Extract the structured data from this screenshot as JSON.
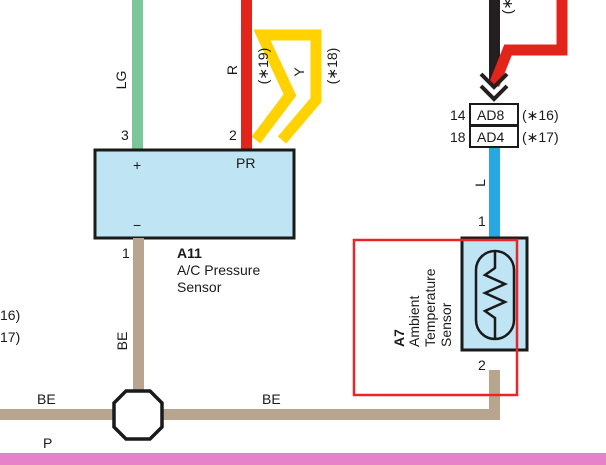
{
  "wires": {
    "lg": {
      "label": "LG",
      "color": "#7cc79a"
    },
    "r": {
      "label": "R",
      "color": "#e3241b"
    },
    "y": {
      "label": "Y",
      "color": "#ffd200"
    },
    "l": {
      "label": "L",
      "color": "#28a8e0"
    },
    "be": {
      "label": "BE",
      "color": "#b8a590"
    },
    "b_black": {
      "color": "#231f20"
    },
    "p": {
      "label": "P",
      "color": "#e882c8"
    }
  },
  "notes": {
    "n19": "(∗19)",
    "n18": "(∗18)",
    "n16": "(∗16)",
    "n17": "(∗17)",
    "top_cut": "(∗",
    "left16": "16)",
    "left17": "17)"
  },
  "connector_pins": {
    "ad8_pin": "14",
    "ad4_pin": "18",
    "ad8_label": "AD8",
    "ad4_label": "AD4"
  },
  "pressure_sensor": {
    "code": "A11",
    "name_line1": "A/C Pressure",
    "name_line2": "Sensor",
    "plus": "+",
    "minus": "−",
    "pr": "PR",
    "pin_3": "3",
    "pin_2": "2",
    "pin_1": "1",
    "fill": "#bfe5f5"
  },
  "ambient_sensor": {
    "code": "A7",
    "line1": "Ambient",
    "line2": "Temperature",
    "line3": "Sensor",
    "pin_1": "1",
    "pin_2": "2",
    "highlight_color": "#e8262a"
  },
  "be_labels": {
    "vertical": "BE",
    "left": "BE",
    "right": "BE"
  },
  "p_label": "P"
}
